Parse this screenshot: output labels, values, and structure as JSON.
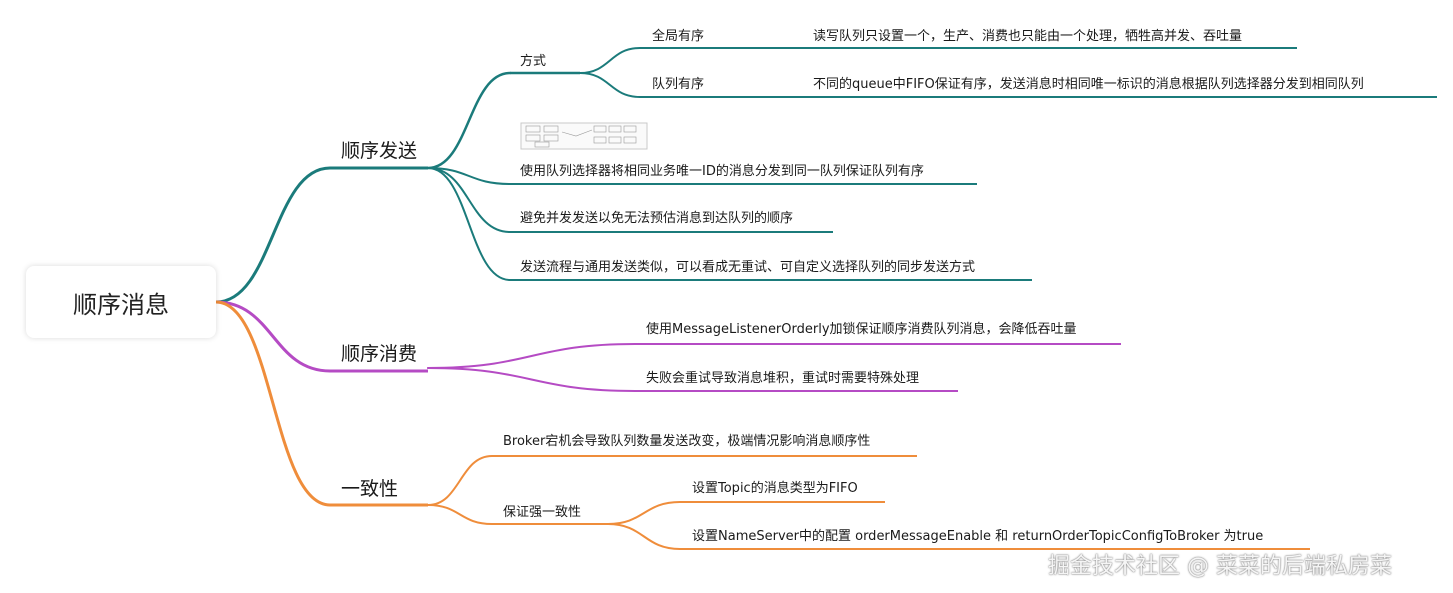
{
  "colors": {
    "teal": "#1b7b7b",
    "purple": "#b54bc4",
    "orange": "#ef8d3b"
  },
  "root": "顺序消息",
  "branches": [
    {
      "label": "顺序发送",
      "color": "#1b7b7b",
      "children": [
        {
          "label": "方式",
          "children": [
            {
              "label": "全局有序",
              "detail": "读写队列只设置一个，生产、消费也只能由一个处理，牺牲高并发、吞吐量"
            },
            {
              "label": "队列有序",
              "detail": "不同的queue中FIFO保证有序，发送消息时相同唯一标识的消息根据队列选择器分发到相同队列"
            }
          ]
        },
        {
          "label": "",
          "image": "diagram-thumbnail"
        },
        {
          "label": "使用队列选择器将相同业务唯一ID的消息分发到同一队列保证队列有序"
        },
        {
          "label": "避免并发发送以免无法预估消息到达队列的顺序"
        },
        {
          "label": "发送流程与通用发送类似，可以看成无重试、可自定义选择队列的同步发送方式"
        }
      ]
    },
    {
      "label": "顺序消费",
      "color": "#b54bc4",
      "children": [
        {
          "label": "使用MessageListenerOrderly加锁保证顺序消费队列消息，会降低吞吐量"
        },
        {
          "label": "失败会重试导致消息堆积，重试时需要特殊处理"
        }
      ]
    },
    {
      "label": "一致性",
      "color": "#ef8d3b",
      "children": [
        {
          "label": "Broker宕机会导致队列数量发送改变，极端情况影响消息顺序性"
        },
        {
          "label": "保证强一致性",
          "children": [
            {
              "label": "设置Topic的消息类型为FIFO"
            },
            {
              "label": "设置NameServer中的配置 orderMessageEnable 和 returnOrderTopicConfigToBroker 为true"
            }
          ]
        }
      ]
    }
  ],
  "watermark": "掘金技术社区 @ 菜菜的后端私房菜"
}
